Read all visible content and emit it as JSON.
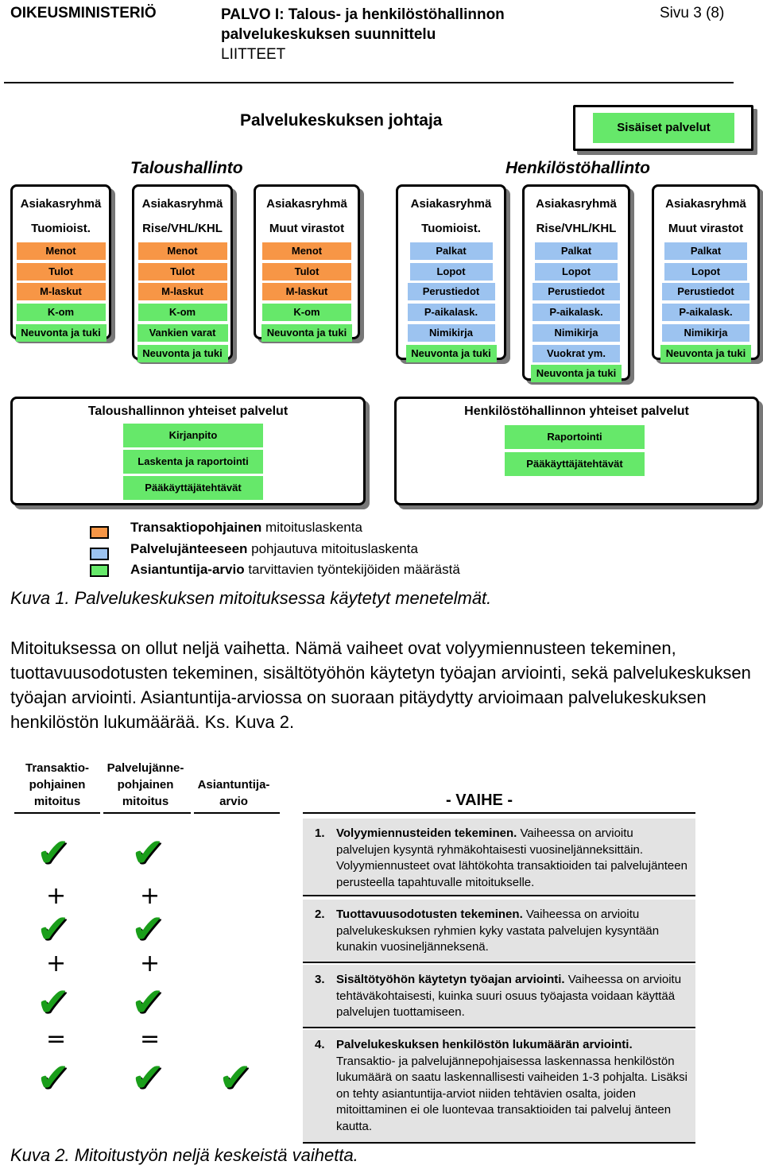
{
  "header": {
    "left": "OIKEUSMINISTERIÖ",
    "title_line1": "PALVO I: Talous- ja henkilöstöhallinnon",
    "title_line2": "palvelukeskuksen suunnittelu",
    "title_line3": "LIITTEET",
    "page": "Sivu 3 (8)"
  },
  "org": {
    "top_title": "Palvelukeskuksen johtaja",
    "internal_services": "Sisäiset palvelut",
    "section_left": "Taloushallinto",
    "section_right": "Henkilöstöhallinto",
    "groups": [
      {
        "title": "Asiakasryhmä",
        "subtitle": "Tuomioist.",
        "items": [
          {
            "label": "Menot",
            "kind": "orange"
          },
          {
            "label": "Tulot",
            "kind": "orange"
          },
          {
            "label": "M-laskut",
            "kind": "orange"
          },
          {
            "label": "K-om",
            "kind": "green"
          },
          {
            "label": "Neuvonta ja tuki",
            "kind": "green"
          }
        ]
      },
      {
        "title": "Asiakasryhmä",
        "subtitle": "Rise/VHL/KHL",
        "items": [
          {
            "label": "Menot",
            "kind": "orange"
          },
          {
            "label": "Tulot",
            "kind": "orange"
          },
          {
            "label": "M-laskut",
            "kind": "orange"
          },
          {
            "label": "K-om",
            "kind": "green"
          },
          {
            "label": "Vankien varat",
            "kind": "green"
          },
          {
            "label": "Neuvonta ja tuki",
            "kind": "green"
          }
        ]
      },
      {
        "title": "Asiakasryhmä",
        "subtitle": "Muut virastot",
        "items": [
          {
            "label": "Menot",
            "kind": "orange"
          },
          {
            "label": "Tulot",
            "kind": "orange"
          },
          {
            "label": "M-laskut",
            "kind": "orange"
          },
          {
            "label": "K-om",
            "kind": "green"
          },
          {
            "label": "Neuvonta ja tuki",
            "kind": "green"
          }
        ]
      },
      {
        "title": "Asiakasryhmä",
        "subtitle": "Tuomioist.",
        "items": [
          {
            "label": "Palkat",
            "kind": "blue"
          },
          {
            "label": "Lopot",
            "kind": "blue"
          },
          {
            "label": "Perustiedot",
            "kind": "blue"
          },
          {
            "label": "P-aikalask.",
            "kind": "blue"
          },
          {
            "label": "Nimikirja",
            "kind": "blue"
          },
          {
            "label": "Neuvonta ja tuki",
            "kind": "green"
          }
        ]
      },
      {
        "title": "Asiakasryhmä",
        "subtitle": "Rise/VHL/KHL",
        "items": [
          {
            "label": "Palkat",
            "kind": "blue"
          },
          {
            "label": "Lopot",
            "kind": "blue"
          },
          {
            "label": "Perustiedot",
            "kind": "blue"
          },
          {
            "label": "P-aikalask.",
            "kind": "blue"
          },
          {
            "label": "Nimikirja",
            "kind": "blue"
          },
          {
            "label": "Vuokrat ym.",
            "kind": "blue"
          },
          {
            "label": "Neuvonta ja tuki",
            "kind": "green"
          }
        ]
      },
      {
        "title": "Asiakasryhmä",
        "subtitle": "Muut virastot",
        "items": [
          {
            "label": "Palkat",
            "kind": "blue"
          },
          {
            "label": "Lopot",
            "kind": "blue"
          },
          {
            "label": "Perustiedot",
            "kind": "blue"
          },
          {
            "label": "P-aikalask.",
            "kind": "blue"
          },
          {
            "label": "Nimikirja",
            "kind": "blue"
          },
          {
            "label": "Neuvonta ja tuki",
            "kind": "green"
          }
        ]
      }
    ],
    "shared_left": {
      "title": "Taloushallinnon yhteiset palvelut",
      "items": [
        "Kirjanpito",
        "Laskenta ja raportointi",
        "Pääkäyttäjätehtävät"
      ]
    },
    "shared_right": {
      "title": "Henkilöstöhallinnon yhteiset palvelut",
      "items": [
        "Raportointi",
        "Pääkäyttäjätehtävät"
      ]
    }
  },
  "legend": [
    {
      "bold": "Transaktiopohjainen",
      "rest": " mitoituslaskenta",
      "color": "#f79646"
    },
    {
      "bold": "Palvelujänteeseen",
      "rest": " pohjautuva mitoituslaskenta",
      "color": "#9cc3f0"
    },
    {
      "bold": "Asiantuntija-arvio",
      "rest": " tarvittavien työntekijöiden määrästä",
      "color": "#66e86a"
    }
  ],
  "caption1": "Kuva 1. Palvelukeskuksen mitoituksessa käytetyt menetelmät.",
  "paragraph": "Mitoituksessa on ollut neljä vaihetta. Nämä vaiheet ovat volyymiennusteen tekeminen, tuottavuusodotusten tekeminen, sisältötyöhön käytetyn työajan arviointi, sekä palvelukeskuksen työajan arviointi. Asiantuntija-arviossa on suoraan pitäydytty arvioimaan palvelukeskuksen henkilöstön lukumäärää. Ks. Kuva 2.",
  "figure2": {
    "col1": [
      "Transaktio-",
      "pohjainen",
      "mitoitus"
    ],
    "col2": [
      "Palvelujänne-",
      "pohjainen",
      "mitoitus"
    ],
    "col3": [
      "Asiantuntija-",
      "arvio"
    ],
    "vaihe": "- VAIHE -",
    "check": "✔",
    "plus": "+",
    "equals": "=",
    "steps": [
      {
        "num": "1.",
        "bold": "Volyymiennusteiden tekeminen.",
        "text": " Vaiheessa on arvioitu palvelujen kysyntä ryhmäkohtaisesti vuosineljänneksittäin. Volyymiennusteet ovat lähtökohta transaktioiden tai palvelujänteen perusteella tapahtuvalle mitoitukselle."
      },
      {
        "num": "2.",
        "bold": "Tuottavuusodotusten tekeminen.",
        "text": " Vaiheessa on arvioitu palvelukeskuksen ryhmien kyky vastata palvelujen kysyntään kunakin vuosineljänneksenä."
      },
      {
        "num": "3.",
        "bold": "Sisältötyöhön käytetyn työajan arviointi.",
        "text": " Vaiheessa on arvioitu tehtäväkohtaisesti, kuinka suuri osuus työajasta voidaan käyttää palvelujen tuottamiseen."
      },
      {
        "num": "4.",
        "bold": "Palvelukeskuksen henkilöstön lukumäärän arviointi.",
        "text": " Transaktio- ja palvelujännepohjaisessa laskennassa henkilöstön lukumäärä on saatu laskennallisesti vaiheiden 1-3 pohjalta. Lisäksi on tehty asiantuntija-arviot niiden tehtävien osalta, joiden mitoittaminen ei ole luontevaa transaktioiden tai palveluj änteen kautta."
      }
    ]
  },
  "caption2": "Kuva 2. Mitoitustyön neljä keskeistä vaihetta."
}
